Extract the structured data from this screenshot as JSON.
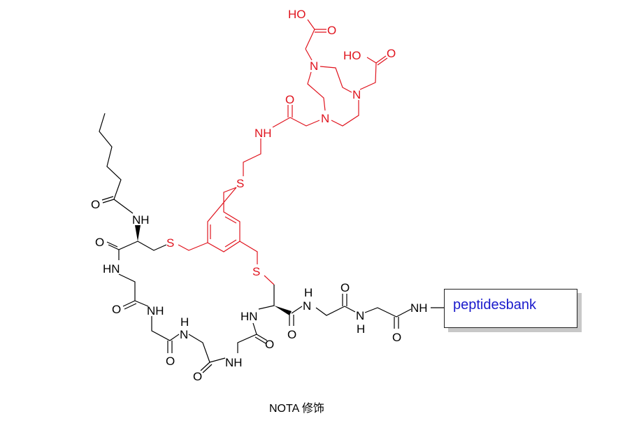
{
  "atoms": {
    "O": "O",
    "NH": "NH",
    "HN": "HN",
    "N": "N",
    "H": "H",
    "S": "S",
    "HO": "HO"
  },
  "colors": {
    "nota": "#e0141e",
    "peptide": "#000000",
    "label": "#1a1acc"
  },
  "resin_label": "peptidesbank",
  "caption": "NOTA 修饰"
}
